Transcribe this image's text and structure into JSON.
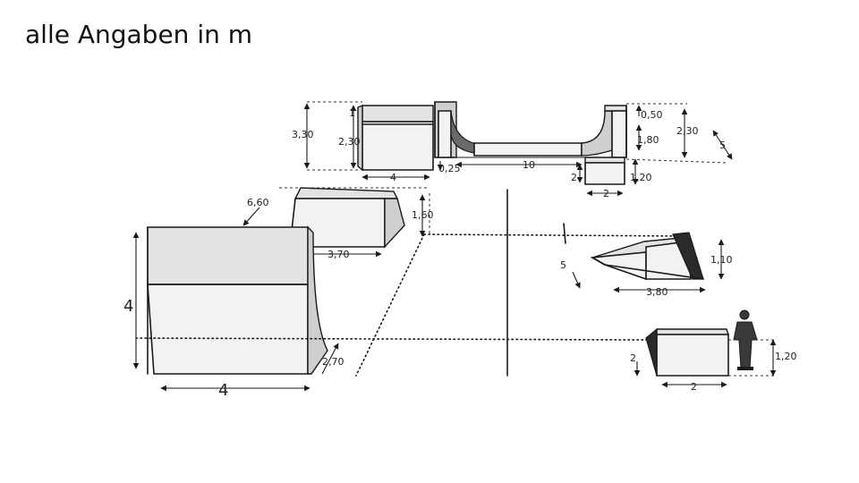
{
  "title": "alle Angaben in m",
  "labels": {
    "top_box_height": "3,30",
    "top_box_small": "1",
    "top_box_height2": "2,30",
    "top_box_width": "4",
    "halfpipe_coping": "0,25",
    "halfpipe_length": "10",
    "halfpipe_right_top": "0,50",
    "halfpipe_right_mid": "1,80",
    "halfpipe_right_height": "2,30",
    "halfpipe_right_depth": "5",
    "small_box_height": "2",
    "small_box_lift": "1,20",
    "small_box_width": "2",
    "mid_ramp_depth": "6,60",
    "mid_ramp_width": "3,70",
    "mid_ramp_height": "1,60",
    "quarter_height": "4",
    "quarter_width": "4",
    "quarter_small": "2,70",
    "wedge_depth": "5",
    "wedge_height": "1,10",
    "wedge_width": "3,80",
    "bank_depth": "2",
    "bank_width": "2",
    "bank_height": "1,20"
  }
}
